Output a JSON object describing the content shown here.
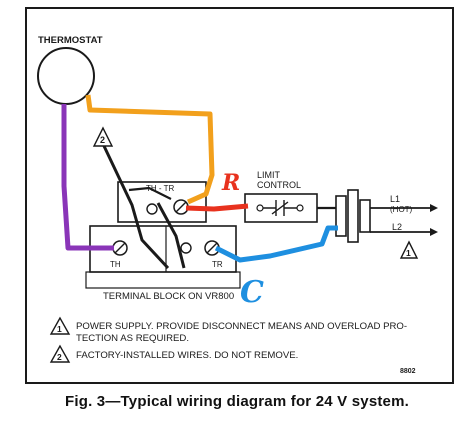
{
  "labels": {
    "thermostat": "THERMOSTAT",
    "limit_control_line1": "LIMIT",
    "limit_control_line2": "CONTROL",
    "th_tr": "TH - TR",
    "th": "TH",
    "tr": "TR",
    "terminal_block": "TERMINAL BLOCK ON VR800",
    "l1": "L1",
    "l1_sub": "(HOT)",
    "l2": "L2",
    "part_code": "8802"
  },
  "handwritten": {
    "r": "R",
    "c": "C"
  },
  "markers": {
    "one": "1",
    "two": "2"
  },
  "notes": [
    {
      "marker": "1",
      "line1": "POWER SUPPLY. PROVIDE DISCONNECT MEANS AND OVERLOAD PRO-",
      "line2": "TECTION AS REQUIRED."
    },
    {
      "marker": "2",
      "line1": "FACTORY-INSTALLED WIRES. DO NOT REMOVE.",
      "line2": ""
    }
  ],
  "caption": "Fig. 3—Typical wiring diagram for 24 V system.",
  "colors": {
    "orange_wire": "#f2a01c",
    "purple_wire": "#8a35b8",
    "red_wire": "#e8321e",
    "blue_wire": "#1e8fe0",
    "ink": "#1a1a1a"
  }
}
